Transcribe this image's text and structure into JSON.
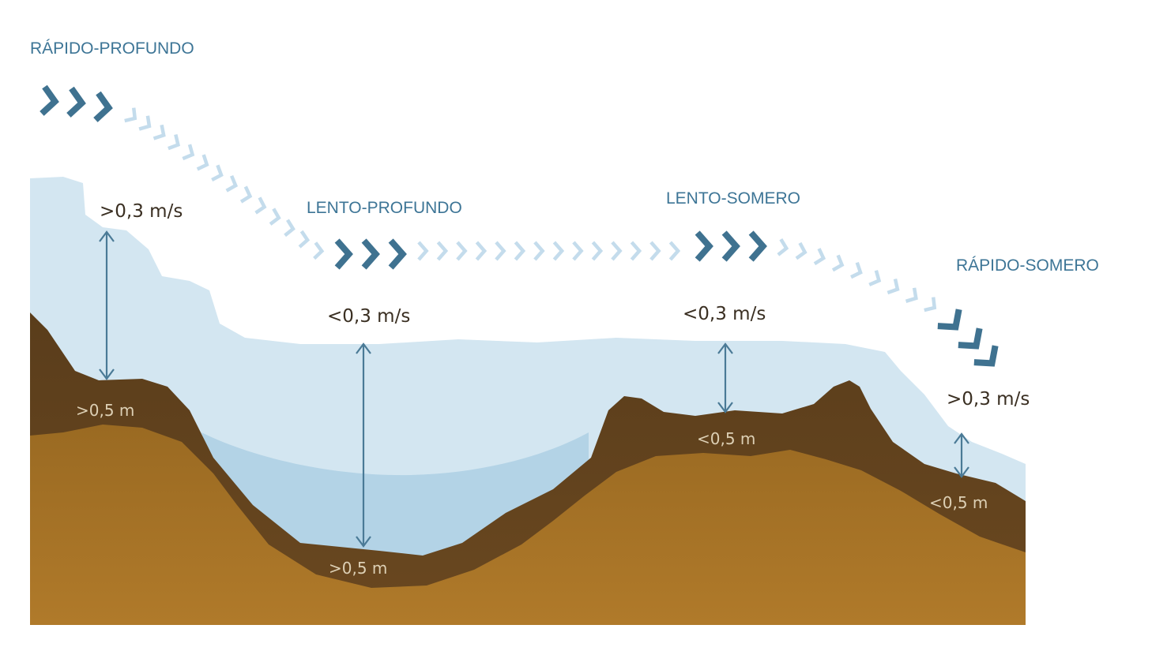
{
  "habitats": [
    {
      "id": "rapido-profundo",
      "label": "RÁPIDO-PROFUNDO"
    },
    {
      "id": "lento-profundo",
      "label": "LENTO-PROFUNDO"
    },
    {
      "id": "lento-somero",
      "label": "LENTO-SOMERO"
    },
    {
      "id": "rapido-somero",
      "label": "RÁPIDO-SOMERO"
    }
  ],
  "velocities": [
    {
      "habitat": "rapido-profundo",
      "label": ">0,3 m/s"
    },
    {
      "habitat": "lento-profundo",
      "label": "<0,3 m/s"
    },
    {
      "habitat": "lento-somero",
      "label": "<0,3 m/s"
    },
    {
      "habitat": "rapido-somero",
      "label": ">0,3 m/s"
    }
  ],
  "depths": [
    {
      "habitat": "rapido-profundo",
      "label": ">0,5 m"
    },
    {
      "habitat": "lento-profundo",
      "label": ">0,5 m"
    },
    {
      "habitat": "lento-somero",
      "label": "<0,5 m"
    },
    {
      "habitat": "rapido-somero",
      "label": "<0,5 m"
    }
  ],
  "colors": {
    "water_light": "#d3e6f1",
    "water_deep": "#b4d4e7",
    "soil_dark": "#5e401c",
    "soil_light": "#a4701f",
    "chevron_dark": "#3f7290",
    "chevron_light": "#c4dcec",
    "habitat_text": "#3d7596",
    "velocity_text": "#3a2f22",
    "depth_text": "#ddd0b5"
  }
}
